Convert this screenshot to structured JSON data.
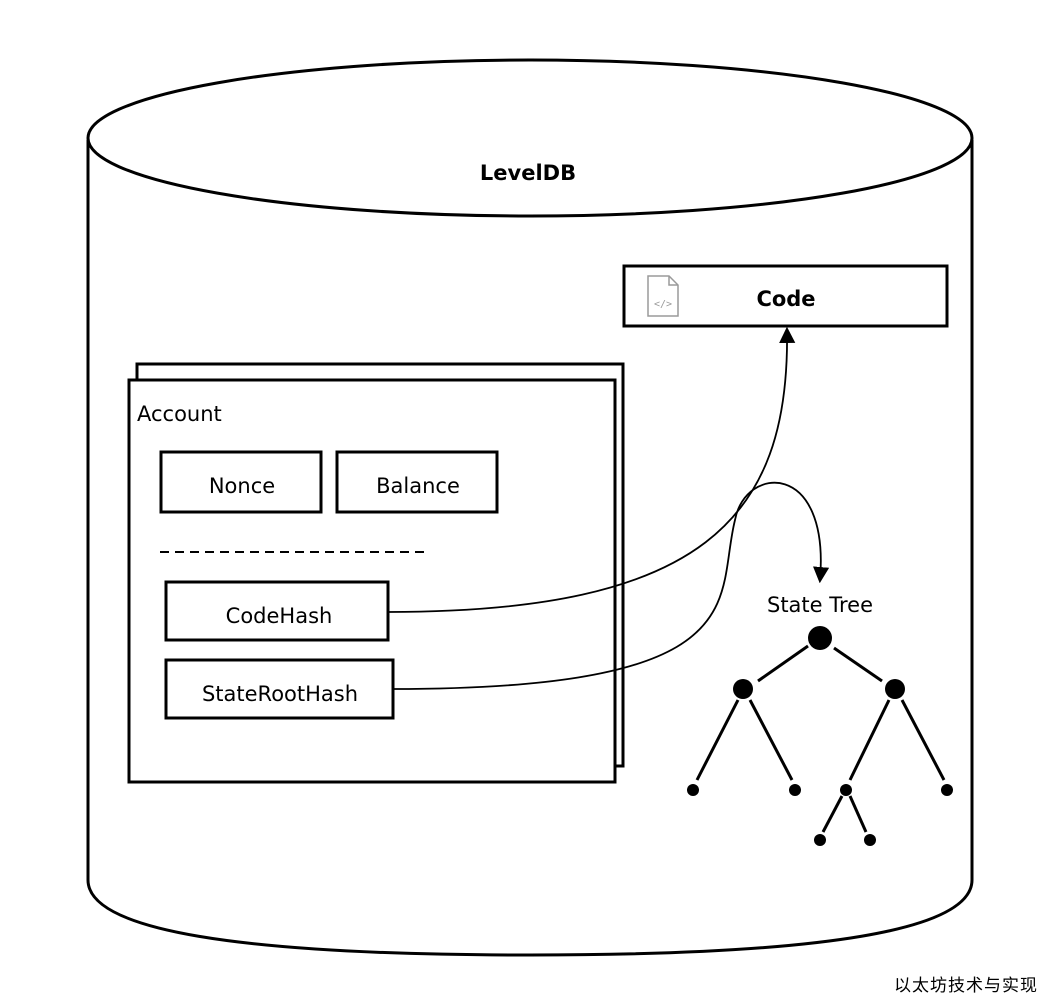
{
  "database": {
    "label": "LevelDB"
  },
  "code": {
    "label": "Code",
    "icon": "code-file-icon"
  },
  "account": {
    "title": "Account",
    "fields": [
      "Nonce",
      "Balance"
    ],
    "hashes": [
      "CodeHash",
      "StateRootHash"
    ]
  },
  "state_tree": {
    "label": "State Tree"
  },
  "watermark": "以太坊技术与实现"
}
